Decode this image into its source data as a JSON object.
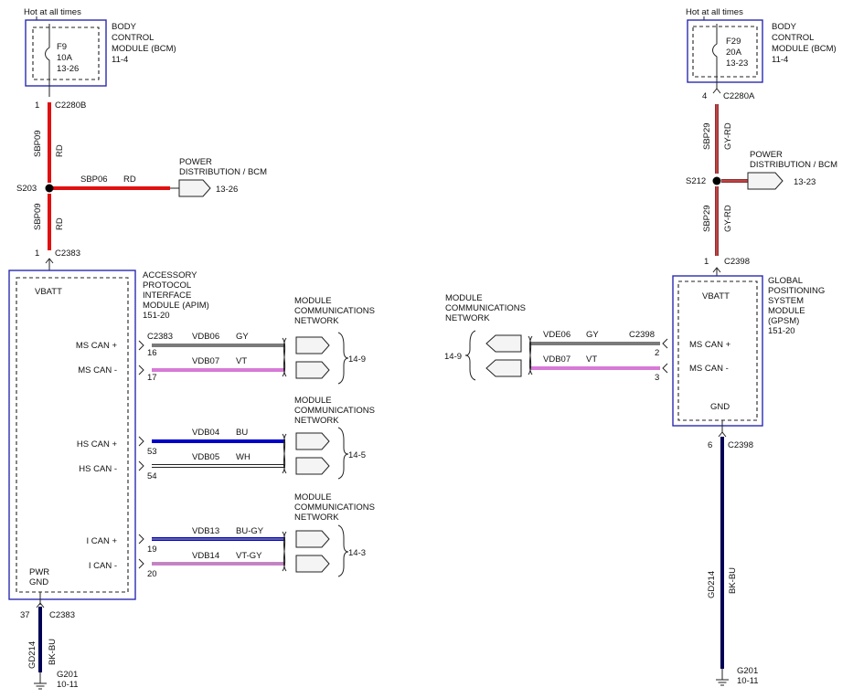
{
  "colors": {
    "RD": "#e01010",
    "BU": "#0000c8",
    "GY": "#7a7a7a",
    "VT": "#d77ad7",
    "WH": "#ffffff",
    "BK": "#000000",
    "GY-RD": "#8a3030",
    "BK-BU": "#000055"
  },
  "left": {
    "hot": "Hot at all times",
    "bcm": {
      "l1": "BODY",
      "l2": "CONTROL",
      "l3": "MODULE (BCM)",
      "l4": "11-4"
    },
    "fuse": {
      "name": "F9",
      "amps": "10A",
      "ref": "13-26"
    },
    "top_pin": "1",
    "top_conn": "C2280B",
    "w1": {
      "circuit": "SBP09",
      "color": "RD"
    },
    "splice": "S203",
    "w2": {
      "circuit": "SBP06",
      "color": "RD"
    },
    "pd": {
      "l1": "POWER",
      "l2": "DISTRIBUTION / BCM",
      "ref": "13-26"
    },
    "w3": {
      "circuit": "SBP09",
      "color": "RD"
    },
    "apim_pin": "1",
    "apim_conn": "C2383",
    "apim": {
      "l1": "ACCESSORY",
      "l2": "PROTOCOL",
      "l3": "INTERFACE",
      "l4": "MODULE (APIM)",
      "l5": "151-20"
    },
    "vbatt": "VBATT",
    "pins": [
      {
        "label": "MS CAN +",
        "pin": "16",
        "circuit": "VDB06",
        "color": "GY"
      },
      {
        "label": "MS CAN -",
        "pin": "17",
        "circuit": "VDB07",
        "color": "VT"
      },
      {
        "label": "HS CAN +",
        "pin": "53",
        "circuit": "VDB04",
        "color": "BU"
      },
      {
        "label": "HS CAN -",
        "pin": "54",
        "circuit": "VDB05",
        "color": "WH"
      },
      {
        "label": "I CAN +",
        "pin": "19",
        "circuit": "VDB13",
        "color": "BU-GY"
      },
      {
        "label": "I CAN -",
        "pin": "20",
        "circuit": "VDB14",
        "color": "VT-GY"
      }
    ],
    "pin_conn": "C2383",
    "mcn": [
      {
        "l1": "MODULE",
        "l2": "COMMUNICATIONS",
        "l3": "NETWORK",
        "ref": "14-9"
      },
      {
        "l1": "MODULE",
        "l2": "COMMUNICATIONS",
        "l3": "NETWORK",
        "ref": "14-5"
      },
      {
        "l1": "MODULE",
        "l2": "COMMUNICATIONS",
        "l3": "NETWORK",
        "ref": "14-3"
      }
    ],
    "pwr": "PWR",
    "gnd": "GND",
    "gnd_pin": "37",
    "gnd_conn": "C2383",
    "gw": {
      "circuit": "GD214",
      "color": "BK-BU"
    },
    "g": {
      "name": "G201",
      "ref": "10-11"
    }
  },
  "right": {
    "hot": "Hot at all times",
    "bcm": {
      "l1": "BODY",
      "l2": "CONTROL",
      "l3": "MODULE (BCM)",
      "l4": "11-4"
    },
    "fuse": {
      "name": "F29",
      "amps": "20A",
      "ref": "13-23"
    },
    "top_pin": "4",
    "top_conn": "C2280A",
    "w1": {
      "circuit": "SBP29",
      "color": "GY-RD"
    },
    "splice": "S212",
    "pd": {
      "l1": "POWER",
      "l2": "DISTRIBUTION / BCM",
      "ref": "13-23"
    },
    "w3": {
      "circuit": "SBP29",
      "color": "GY-RD"
    },
    "gpsm_pin": "1",
    "gpsm_conn": "C2398",
    "gpsm": {
      "l1": "GLOBAL",
      "l2": "POSITIONING",
      "l3": "SYSTEM",
      "l4": "MODULE",
      "l5": "(GPSM)",
      "l6": "151-20"
    },
    "vbatt": "VBATT",
    "mcn": {
      "l1": "MODULE",
      "l2": "COMMUNICATIONS",
      "l3": "NETWORK",
      "ref": "14-9"
    },
    "pins": [
      {
        "label": "MS CAN +",
        "pin": "2",
        "circuit": "VDE06",
        "color": "GY"
      },
      {
        "label": "MS CAN -",
        "pin": "3",
        "circuit": "VDB07",
        "color": "VT"
      }
    ],
    "pin_conn": "C2398",
    "gnd": "GND",
    "gnd_pin": "6",
    "gnd_conn": "C2398",
    "gw": {
      "circuit": "GD214",
      "color": "BK-BU"
    },
    "g": {
      "name": "G201",
      "ref": "10-11"
    }
  }
}
